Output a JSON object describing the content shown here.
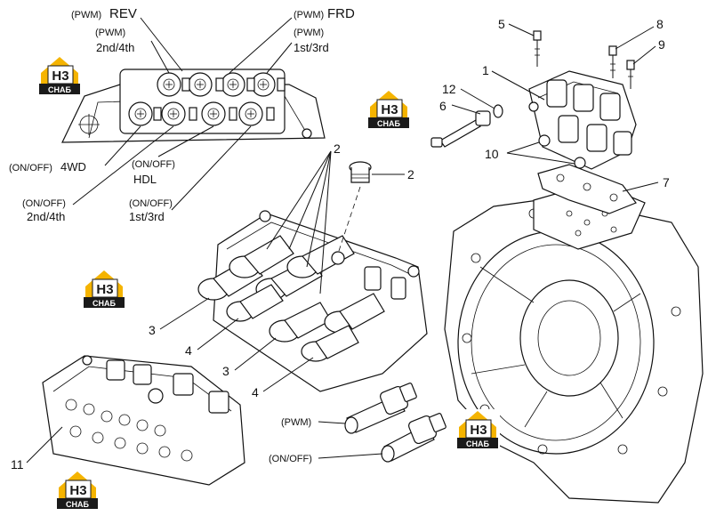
{
  "brand": {
    "logo_top": "H3",
    "logo_bottom": "СНАБ",
    "colors": {
      "accent": "#f5b400",
      "dark": "#1a1a1a",
      "line": "#111111"
    }
  },
  "labels": {
    "pwm": "(PWM)",
    "onoff": "(ON/OFF)",
    "rev": "REV",
    "frd": "FRD",
    "g24": "2nd/4th",
    "g13": "1st/3rd",
    "wd4": "4WD",
    "hdl": "HDL"
  },
  "callouts": {
    "n1": "1",
    "n2": "2",
    "n3": "3",
    "n4": "4",
    "n5": "5",
    "n6": "6",
    "n7": "7",
    "n8": "8",
    "n9": "9",
    "n10": "10",
    "n11": "11",
    "n12": "12"
  }
}
